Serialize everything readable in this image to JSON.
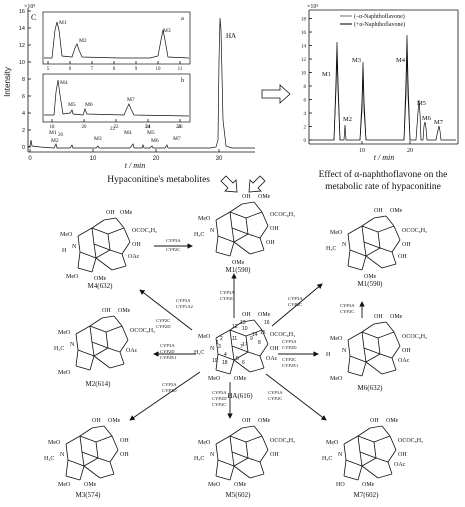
{
  "panel_main": {
    "panel_letter": "C",
    "y_label": "Intensity",
    "y_unit": "×10⁵",
    "y_ticks": [
      "0",
      "2",
      "4",
      "6",
      "8",
      "10",
      "12",
      "14",
      "16"
    ],
    "x_ticks": [
      "0",
      "10",
      "20",
      "30"
    ],
    "x_label": "t / min",
    "peak_labels": [
      "HA",
      "M1",
      "M2",
      "M3",
      "M4",
      "M5",
      "M6",
      "M7",
      "20",
      "22",
      "24",
      "26"
    ],
    "inset_a": {
      "tag": "a",
      "peaks": [
        "M1",
        "M2",
        "M3"
      ],
      "x_ticks": [
        "5",
        "6",
        "7",
        "8",
        "9",
        "10",
        "11"
      ]
    },
    "inset_b": {
      "tag": "b",
      "peaks": [
        "M4",
        "M5",
        "M6",
        "M7"
      ],
      "x_ticks": [
        "18",
        "20",
        "22",
        "24",
        "26"
      ]
    }
  },
  "panel_right": {
    "y_unit": "×10⁵",
    "y_ticks": [
      "0",
      "2",
      "4",
      "6",
      "8",
      "10",
      "12",
      "14",
      "16",
      "18"
    ],
    "x_ticks": [
      "10",
      "20"
    ],
    "x_label": "t / min",
    "legend": [
      "(–α-Naphthoflavone)",
      "(+α-Naphthoflavone)"
    ],
    "peaks": [
      "M1",
      "M2",
      "M3",
      "M4",
      "M5",
      "M6",
      "M7"
    ]
  },
  "captions": {
    "left": "Hypaconitine's metabolites",
    "right_line1": "Effect of α-naphthoflavone on the",
    "right_line2": "metabolic rate of hypaconitine"
  },
  "compounds": {
    "ha": "HA(616)",
    "m1a": "M1(590)",
    "m1b": "M1(590)",
    "m2": "M2(614)",
    "m3": "M3(574)",
    "m4": "M4(632)",
    "m5": "M5(602)",
    "m6": "M6(632)",
    "m7": "M7(602)"
  },
  "enzymes": {
    "m4_to_m1": [
      "CYP3A",
      "CYP2C"
    ],
    "ha_to_m4": [
      "CYP2C",
      "CYP3A",
      "CYP2D",
      "CYP1A2"
    ],
    "ha_to_m1_a": [
      "CYP3A",
      "CYP2C"
    ],
    "ha_to_m1_b": [
      "CYP3A",
      "CYP2C"
    ],
    "m6_to_m1": [
      "CYP3A",
      "CYP2C"
    ],
    "ha_to_m2": [
      "CYP3A",
      "CYP2D",
      "CYP2E1"
    ],
    "ha_to_m6": [
      "CYP3A",
      "CYP2D",
      "CYP2C",
      "CYP2E1"
    ],
    "ha_to_m3": [
      "CYP3A",
      "CYP2D"
    ],
    "ha_to_m5": [
      "CYP3A",
      "CYP2D",
      "CYP2C"
    ],
    "ha_to_m7": [
      "CYP3A",
      "CYP2C"
    ]
  },
  "substituents": {
    "meo": "MeO",
    "ome": "OMe",
    "oh": "OH",
    "oac": "OAc",
    "ocoph": "OCOC₆H₅",
    "h3c": "H₃C",
    "ho": "HO",
    "n": "N",
    "h": "H"
  },
  "atom_numbers": [
    "1",
    "2",
    "3",
    "4",
    "5",
    "6",
    "7",
    "8",
    "9",
    "10",
    "11",
    "12",
    "13",
    "14",
    "15",
    "16",
    "17",
    "18",
    "19"
  ]
}
